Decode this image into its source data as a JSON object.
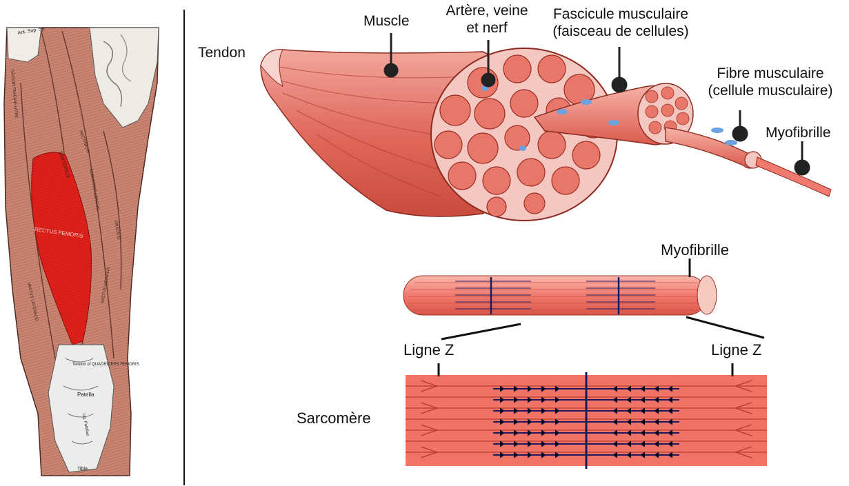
{
  "left_panel": {
    "muscle_labels": {
      "main": "RECTUS FEMORIS",
      "sartorius": "SARTORIUS",
      "pectineus": "PECTINEUS",
      "adductor_longus": "ADDUCTOR LONGUS",
      "gracilis": "GRACILIS",
      "vastus_lateralis": "VASTUS LATERALIS",
      "vastus_medialis": "VASTUS MEDIALIS",
      "tensor": "TENSOR FASCIAE LATAE",
      "tendon": "Tendon of QUADRICEPS FEMORIS",
      "patella": "Patella",
      "lig_patellae": "Lig. Patellae",
      "tibia": "Tibia",
      "top_corner": "Ant. Sup. Sp."
    }
  },
  "diagram_top": {
    "tendon": "Tendon",
    "muscle": "Muscle",
    "artery": [
      "Artère, veine",
      "et nerf"
    ],
    "fascicle": [
      "Fascicule musculaire",
      "(faisceau de cellules)"
    ],
    "fiber": [
      "Fibre musculaire",
      "(cellule musculaire)"
    ],
    "myofibril": "Myofibrille"
  },
  "diagram_bottom": {
    "myofibril": "Myofibrille",
    "z_line_left": "Ligne Z",
    "z_line_right": "Ligne Z",
    "sarcomere": "Sarcomère"
  },
  "colors": {
    "muscle_red": "#d9574b",
    "muscle_light": "#f0a196",
    "fiber_pink": "#f2776b",
    "band_dark": "#1c1a5c",
    "vessel_blue": "#6aa3e0",
    "highlight_red": "#e0201a"
  }
}
